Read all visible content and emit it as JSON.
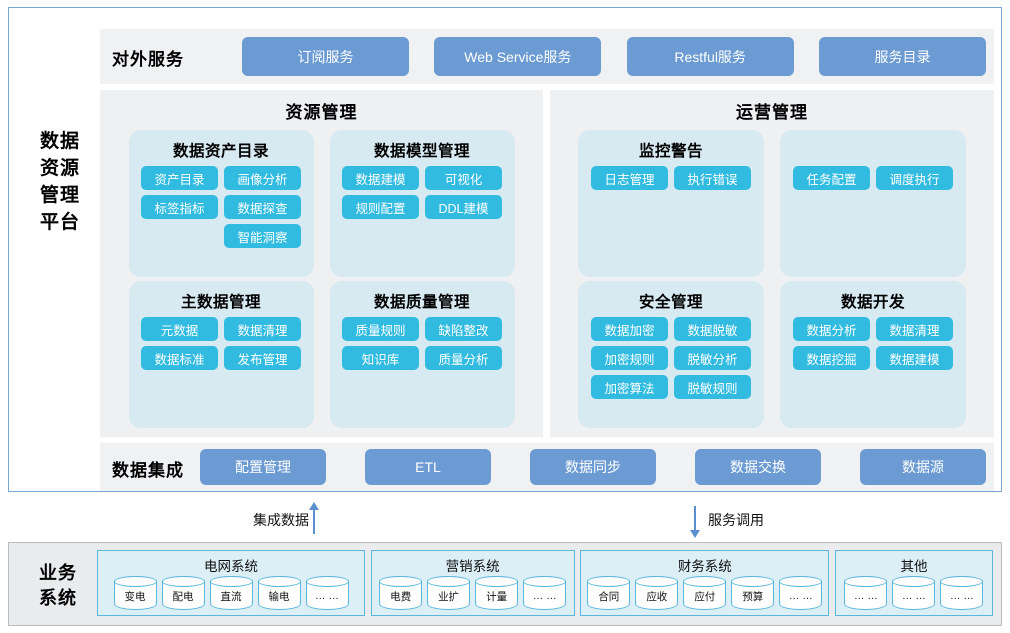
{
  "platform": {
    "title": "数据资源管理平台",
    "title_lines": [
      "数据",
      "资源",
      "管理",
      "平台"
    ]
  },
  "external_services": {
    "label": "对外服务",
    "buttons": [
      "订阅服务",
      "Web Service服务",
      "Restful服务",
      "服务目录"
    ]
  },
  "domains": [
    {
      "name": "resource",
      "title": "资源管理",
      "cards": [
        {
          "title": "数据资产目录",
          "chips": [
            "资产目录",
            "画像分析",
            "标签指标",
            "数据探查",
            "智能洞察"
          ]
        },
        {
          "title": "数据模型管理",
          "chips": [
            "数据建模",
            "可视化",
            "规则配置",
            "DDL建模"
          ]
        },
        {
          "title": "主数据管理",
          "chips": [
            "元数据",
            "数据清理",
            "数据标准",
            "发布管理"
          ]
        },
        {
          "title": "数据质量管理",
          "chips": [
            "质量规则",
            "缺陷整改",
            "知识库",
            "质量分析"
          ]
        }
      ]
    },
    {
      "name": "operations",
      "title": "运营管理",
      "cards": [
        {
          "title": "监控警告",
          "chips": [
            "日志管理",
            "执行错误"
          ]
        },
        {
          "title": "",
          "chips": [
            "任务配置",
            "调度执行"
          ]
        },
        {
          "title": "安全管理",
          "chips": [
            "数据加密",
            "数据脱敏",
            "加密规则",
            "脱敏分析",
            "加密算法",
            "脱敏规则"
          ]
        },
        {
          "title": "数据开发",
          "chips": [
            "数据分析",
            "数据清理",
            "数据挖掘",
            "数据建模"
          ]
        }
      ]
    }
  ],
  "data_integration": {
    "label": "数据集成",
    "buttons": [
      "配置管理",
      "ETL",
      "数据同步",
      "数据交换",
      "数据源"
    ]
  },
  "arrows": [
    {
      "label": "集成数据",
      "direction": "up"
    },
    {
      "label": "服务调用",
      "direction": "down"
    }
  ],
  "business_systems": {
    "title": "业务系统",
    "title_lines": [
      "业务",
      "系统"
    ],
    "groups": [
      {
        "title": "电网系统",
        "items": [
          "变电",
          "配电",
          "直流",
          "输电",
          "… …"
        ]
      },
      {
        "title": "营销系统",
        "items": [
          "电费",
          "业扩",
          "计量",
          "… …"
        ]
      },
      {
        "title": "财务系统",
        "items": [
          "合同",
          "应收",
          "应付",
          "预算",
          "… …"
        ]
      },
      {
        "title": "其他",
        "items": [
          "… …",
          "… …",
          "… …"
        ]
      }
    ]
  },
  "colors": {
    "btn_blue": "#6b9bd2",
    "chip_cyan": "#31bbe0",
    "panel_gray": "#eef0f2",
    "card_blue": "#d7e9f1",
    "frame_border": "#7ba7d7",
    "biz_border": "#5bb7dd",
    "biz_fill": "#dceef6",
    "arrow": "#5b8fd0"
  }
}
